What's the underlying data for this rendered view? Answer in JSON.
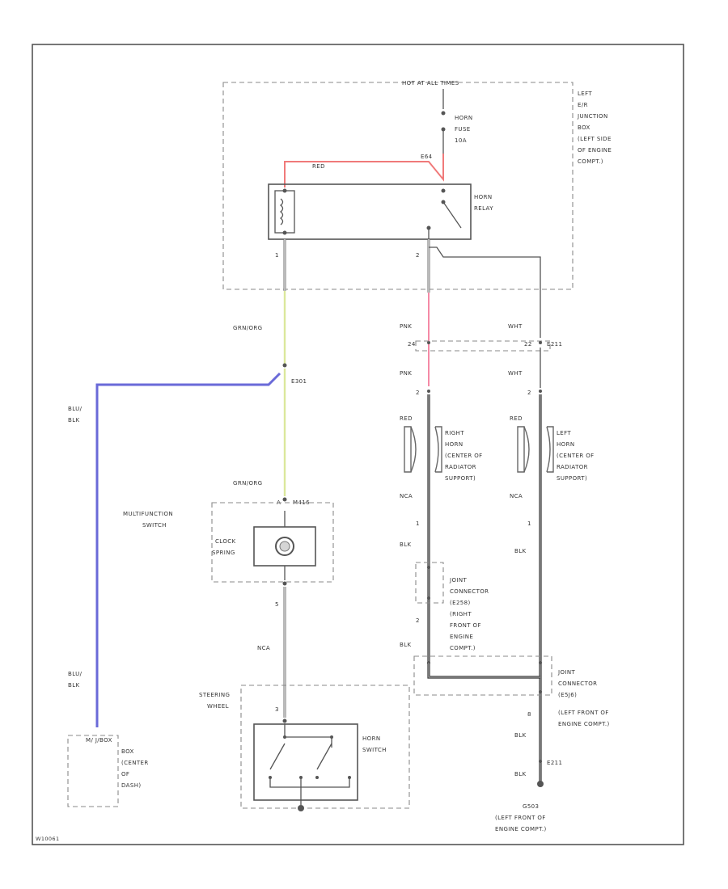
{
  "labels": {
    "hot_at_all_times": "HOT AT ALL TIMES",
    "ejb_1": "LEFT",
    "ejb_2": "E/R",
    "ejb_3": "JUNCTION",
    "ejb_4": "BOX",
    "ejb_5": "(LEFT SIDE",
    "ejb_6": "OF ENGINE",
    "ejb_7": "COMPT.)",
    "fuse_1": "HORN",
    "fuse_2": "FUSE",
    "fuse_3": "10A",
    "pin_e64": "E64",
    "wire_red": "RED",
    "relay_1": "HORN",
    "relay_2": "RELAY",
    "relay_pin_1": "1",
    "relay_pin_2": "2",
    "wire_grn_org": "GRN/ORG",
    "conn_e301": "E301",
    "wire_blu_blk_top_1": "BLU/",
    "wire_blu_blk_top_2": "BLK",
    "wire_pnk_1": "PNK",
    "wire_pnk_2": "PNK",
    "pin_24": "24",
    "pin_22": "22",
    "conn_e211": "E211",
    "wire_wht_1": "WHT",
    "wire_wht_2": "WHT",
    "horn_pin_2a": "2",
    "horn_pin_2b": "2",
    "wire_red_r": "RED",
    "wire_red_l": "RED",
    "rhorn_1": "RIGHT",
    "rhorn_2": "HORN",
    "rhorn_3": "(CENTER OF",
    "rhorn_4": "RADIATOR",
    "rhorn_5": "SUPPORT)",
    "lhorn_1": "LEFT",
    "lhorn_2": "HORN",
    "lhorn_3": "(CENTER OF",
    "lhorn_4": "RADIATOR",
    "lhorn_5": "SUPPORT)",
    "wire_grn_org_2": "GRN/ORG",
    "conn_m416": "M416",
    "pin_a": "A",
    "multifunction_1": "MULTIFUNCTION",
    "multifunction_2": "SWITCH",
    "clock_1": "CLOCK",
    "clock_2": "SPRING",
    "wire_nca_r": "NCA",
    "wire_nca_l": "NCA",
    "horn_pin_1a": "1",
    "horn_pin_1b": "1",
    "wire_blk_r": "BLK",
    "wire_blk_l": "BLK",
    "jc_upper_1": "JOINT",
    "jc_upper_2": "CONNECTOR",
    "jc_upper_3": "(E258)",
    "jc_upper_4": "(RIGHT",
    "jc_upper_5": "FRONT OF",
    "jc_upper_6": "ENGINE",
    "jc_upper_7": "COMPT.)",
    "pin_5": "5",
    "wire_nca_mid": "NCA",
    "pin_3": "3",
    "wire_blk_mid": "BLK",
    "wire_blu_blk_bot_1": "BLU/",
    "wire_blu_blk_bot_2": "BLK",
    "jc_lower_1": "JOINT",
    "jc_lower_2": "CONNECTOR",
    "jc_lower_3": "(E5J6)",
    "jc_lower_4": "(LEFT FRONT OF",
    "jc_lower_5": "ENGINE COMPT.)",
    "steering_1": "STEERING",
    "steering_2": "WHEEL",
    "pin_2c": "2",
    "wire_blk_gnd": "BLK",
    "horn_switch_1": "HORN",
    "horn_switch_2": "SWITCH",
    "pin_8": "8",
    "conn_e211b": "E211",
    "wire_blk_gnd2": "BLK",
    "mbox_1": "M/ J/BOX",
    "mbox_2": "BOX",
    "mbox_3": "(CENTER",
    "mbox_4": "OF",
    "mbox_5": "DASH)",
    "ground_1": "G503",
    "ground_2": "(LEFT FRONT OF",
    "ground_3": "ENGINE COMPT.)",
    "footer_code": "W10061"
  },
  "colors": {
    "red_wire": "#f07a7a",
    "pink_wire": "#f58aa6",
    "green_org_wire": "#dbe89c",
    "blue_blk_wire": "#6a6ad8"
  }
}
